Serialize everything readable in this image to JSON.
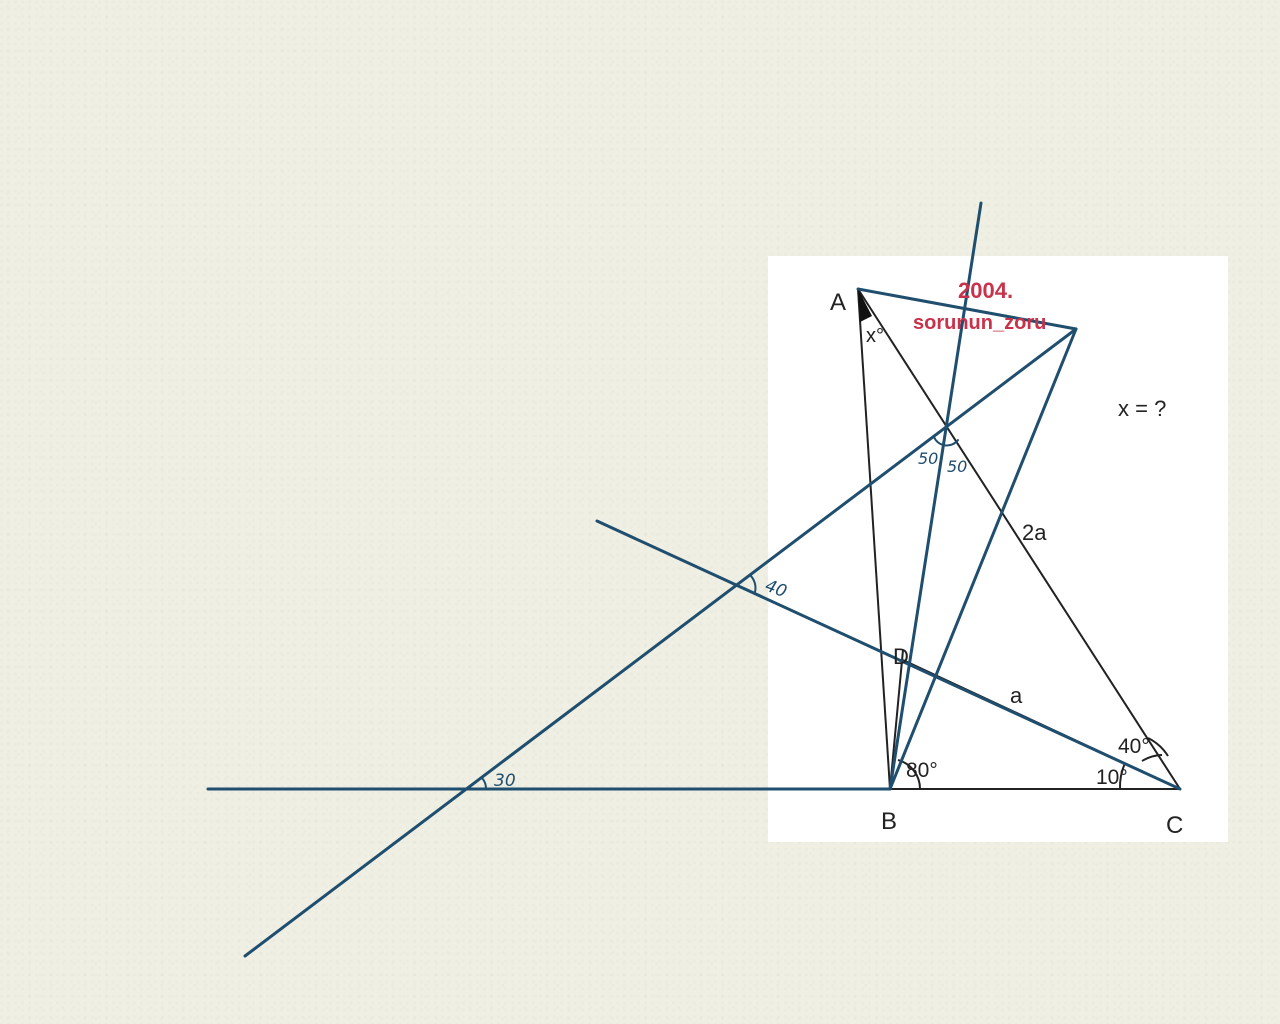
{
  "colors": {
    "background": "#efefe4",
    "card": "#ffffff",
    "printed_lines": "#222222",
    "overlay_lines": "#1f4e6e",
    "watermark": "#c8324a"
  },
  "points": {
    "A": "A",
    "B": "B",
    "C": "C",
    "D": "D"
  },
  "angles": {
    "x": "x°",
    "b80": "80°",
    "c10": "10°",
    "c40": "40°"
  },
  "segments": {
    "ac": "2a",
    "dc": "a"
  },
  "question": "x = ?",
  "watermark": {
    "year": "2004.",
    "author": "sorunun_zoru"
  },
  "annotations": {
    "a30": "30",
    "a40": "40",
    "a50_left": "50",
    "a50_right": "50"
  }
}
